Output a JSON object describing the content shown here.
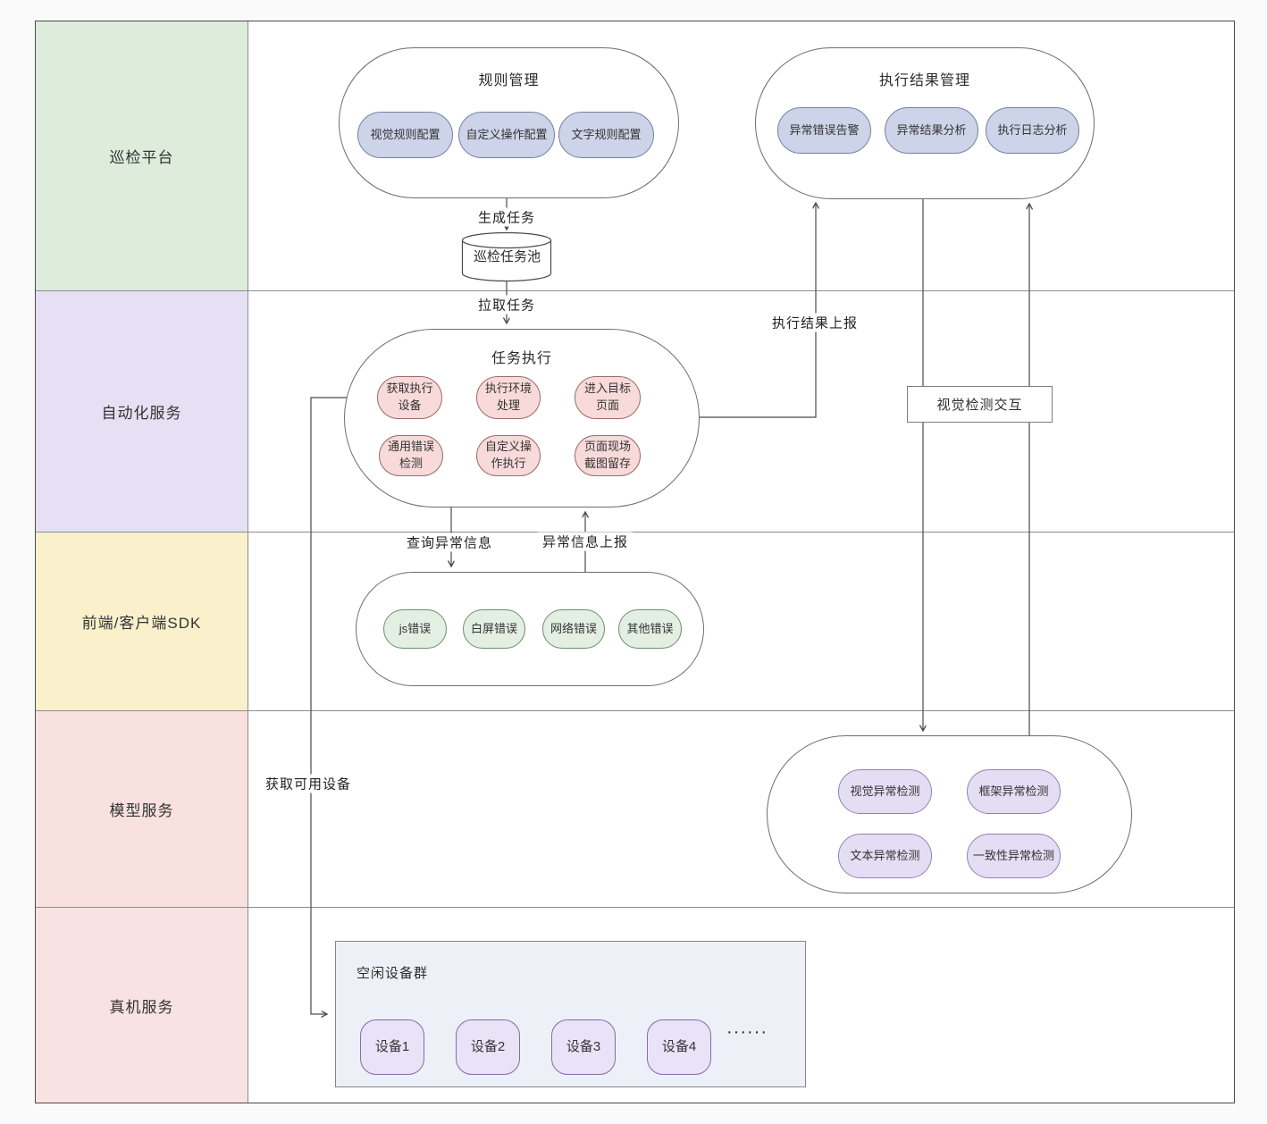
{
  "swimlanes": [
    "巡检平台",
    "自动化服务",
    "前端/客户端SDK",
    "模型服务",
    "真机服务"
  ],
  "rule_management": {
    "title": "规则管理",
    "items": [
      "视觉规则配置",
      "自定义操作配置",
      "文字规则配置"
    ]
  },
  "result_management": {
    "title": "执行结果管理",
    "items": [
      "异常错误告警",
      "异常结果分析",
      "执行日志分析"
    ]
  },
  "task_pool_label": "巡检任务池",
  "task_execution": {
    "title": "任务执行",
    "steps": [
      "获取执行\n设备",
      "执行环境\n处理",
      "进入目标\n页面",
      "通用错误\n检测",
      "自定义操\n作执行",
      "页面现场\n截图留存"
    ]
  },
  "sdk_errors": [
    "js错误",
    "白屏错误",
    "网络错误",
    "其他错误"
  ],
  "visual_interaction_label": "视觉检测交互",
  "model_detections": [
    "视觉异常检测",
    "框架异常检测",
    "文本异常检测",
    "一致性异常检测"
  ],
  "device_pool": {
    "title": "空闲设备群",
    "devices": [
      "设备1",
      "设备2",
      "设备3",
      "设备4"
    ],
    "more": "······"
  },
  "edge_labels": {
    "generate_task": "生成任务",
    "pull_task": "拉取任务",
    "report_result": "执行结果上报",
    "query_error": "查询异常信息",
    "report_error": "异常信息上报",
    "get_devices": "获取可用设备"
  },
  "palette": {
    "lane_inspection": "#ddecdb",
    "lane_automation": "#e5e0f4",
    "lane_sdk": "#faf0cc",
    "lane_model": "#f9e1df",
    "lane_device": "#f9e2e2",
    "node_blue": "#cdd3e8",
    "node_pink": "#f8dada",
    "node_green": "#e4efe3",
    "node_purple": "#e3def3",
    "node_device": "#eae3f7",
    "line": "#4a4a4a"
  }
}
